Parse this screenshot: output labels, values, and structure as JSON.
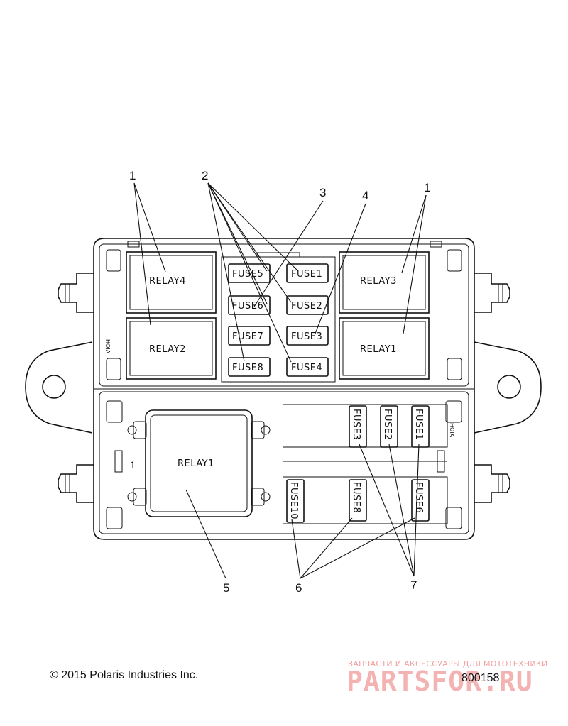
{
  "relays": {
    "relay4": "RELAY4",
    "relay2": "RELAY2",
    "relay3": "RELAY3",
    "relay1": "RELAY1",
    "big_relay1": "RELAY1"
  },
  "upper_fuses": {
    "fuse5": "FUSE5",
    "fuse1": "FUSE1",
    "fuse6": "FUSE6",
    "fuse2": "FUSE2",
    "fuse7": "FUSE7",
    "fuse3": "FUSE3",
    "fuse8": "FUSE8",
    "fuse4": "FUSE4"
  },
  "lower_fuses": {
    "fuse3": "FUSE3",
    "fuse2": "FUSE2",
    "fuse1": "FUSE1",
    "fuse10": "FUSE10",
    "fuse8": "FUSE8",
    "fuse6": "FUSE6"
  },
  "callouts": {
    "c1_left": "1",
    "c2": "2",
    "c3": "3",
    "c4": "4",
    "c1_right": "1",
    "c5": "5",
    "c6": "6",
    "c7": "7",
    "box_mark": "1"
  },
  "side_marks": {
    "left": "HOIA",
    "right": "HOIA"
  },
  "footer": {
    "copyright": "© 2015 Polaris Industries Inc.",
    "part_number": "800158",
    "watermark_tagline": "ЗАПЧАСТИ И АКСЕССУАРЫ ДЛЯ МОТОТЕХНИКИ",
    "watermark_logo": "PARTSFOR.RU"
  }
}
